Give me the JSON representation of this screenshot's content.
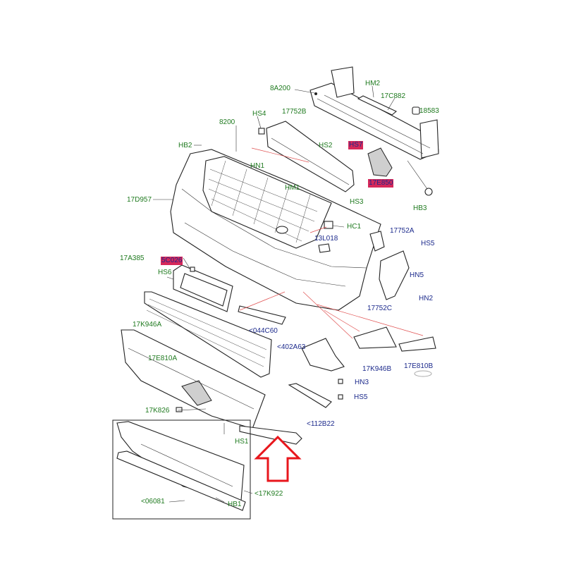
{
  "labels": {
    "l_8a200": "8A200",
    "l_hm2": "HM2",
    "l_17c882": "17C882",
    "l_18583": "18583",
    "l_hs4": "HS4",
    "l_17752b": "17752B",
    "l_8200": "8200",
    "l_hb2": "HB2",
    "l_hs2": "HS2",
    "l_hs7": "HS7",
    "l_hn1": "HN1",
    "l_17e850": "17E850",
    "l_17d957": "17D957",
    "l_hm1": "HM1",
    "l_hs3": "HS3",
    "l_hb3": "HB3",
    "l_hc1": "HC1",
    "l_17752a": "17752A",
    "l_13l018": "13L018",
    "l_hs5a": "HS5",
    "l_17a385": "17A385",
    "l_5c026": "5C026",
    "l_hn5": "HN5",
    "l_hs6": "HS6",
    "l_hn2": "HN2",
    "l_17752c": "17752C",
    "l_17k946a": "17K946A",
    "l_044c60": "<044C60",
    "l_402a63": "<402A63",
    "l_17e810a": "17E810A",
    "l_17k946b": "17K946B",
    "l_17e810b": "17E810B",
    "l_hn3": "HN3",
    "l_hs5b": "HS5",
    "l_17k826": "17K826",
    "l_112b22": "<112B22",
    "l_hs1": "HS1",
    "l_17k922": "<17K922",
    "l_06081": "<06081",
    "l_hb1": "HB1"
  },
  "colors": {
    "label_green": "#1f7a1f",
    "label_blue": "#1c2a8c",
    "highlight": "#d6285a",
    "arrow": "#e8161c",
    "leader_red": "#e05050"
  },
  "icons": {
    "arrow": "up-arrow-outline-icon"
  }
}
